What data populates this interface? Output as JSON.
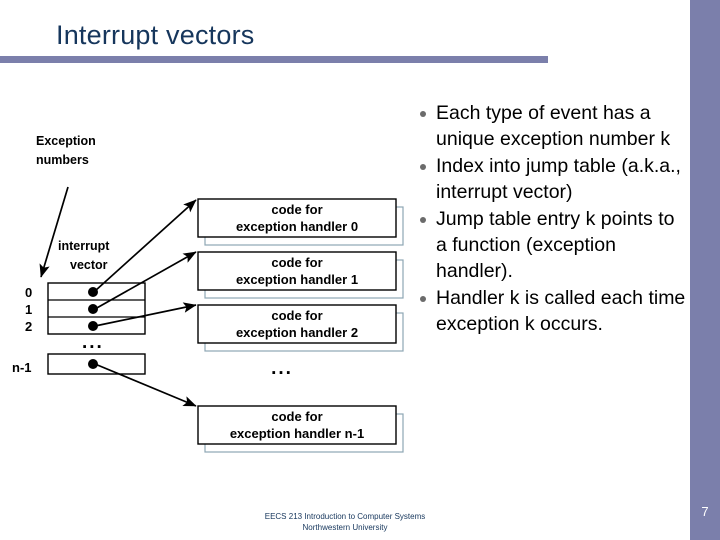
{
  "slide": {
    "title": "Interrupt vectors",
    "page_number": "7",
    "accent_color": "#7b7fab",
    "title_color": "#16365c"
  },
  "footer": {
    "line1": "EECS 213 Introduction to Computer Systems",
    "line2": "Northwestern University"
  },
  "bullets": [
    {
      "text": "Each type of event has a unique exception number k"
    },
    {
      "text": "Index into jump table (a.k.a., interrupt vector)"
    },
    {
      "text": "Jump table entry k points to a function (exception handler)."
    },
    {
      "text": "Handler k is called each time exception k occurs."
    }
  ],
  "diagram": {
    "exception_numbers_label": "Exception\nnumbers",
    "exception_numbers_line1": "Exception",
    "exception_numbers_line2": "numbers",
    "interrupt_vector_line1": "interrupt",
    "interrupt_vector_line2": "vector",
    "ellipsis": "...",
    "table_row_labels": [
      "0",
      "1",
      "2",
      "n-1"
    ],
    "handlers": [
      {
        "line1": "code for",
        "line2": "exception handler 0"
      },
      {
        "line1": "code for",
        "line2": "exception handler 1"
      },
      {
        "line1": "code for",
        "line2": "exception handler 2"
      },
      {
        "line1": "code for",
        "line2": "exception handler n-1"
      }
    ],
    "box_border_color": "#000000",
    "box_shadow_color": "#8ea6b4"
  }
}
